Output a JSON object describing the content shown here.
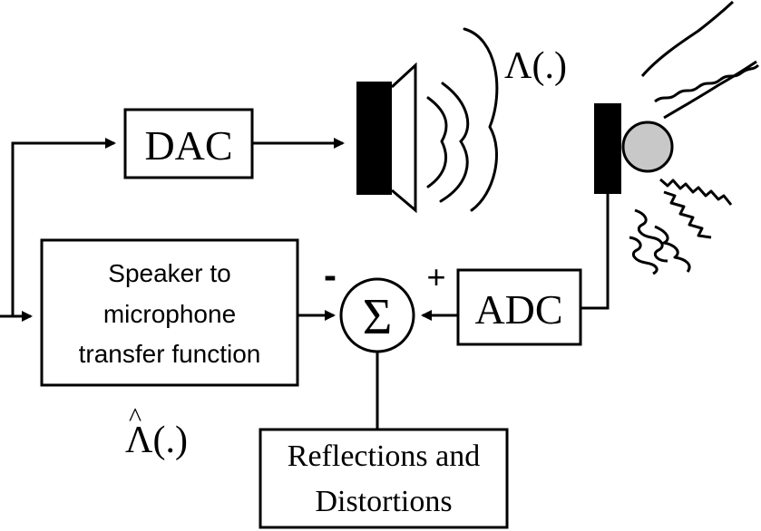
{
  "blocks": {
    "dac": "DAC",
    "adc": "ADC",
    "transfer_function": [
      "Speaker to",
      "microphone",
      "transfer function"
    ],
    "reflections": [
      "Reflections and",
      "Distortions"
    ]
  },
  "symbols": {
    "sum": "Σ",
    "minus": "-",
    "plus": "+",
    "lambda": "Λ(.)",
    "lambda_hat_base": "Λ(.)",
    "lambda_hat_accent": "^"
  },
  "colors": {
    "stroke": "#000000",
    "background": "#ffffff",
    "microphone_ball": "#c8c8c8"
  }
}
